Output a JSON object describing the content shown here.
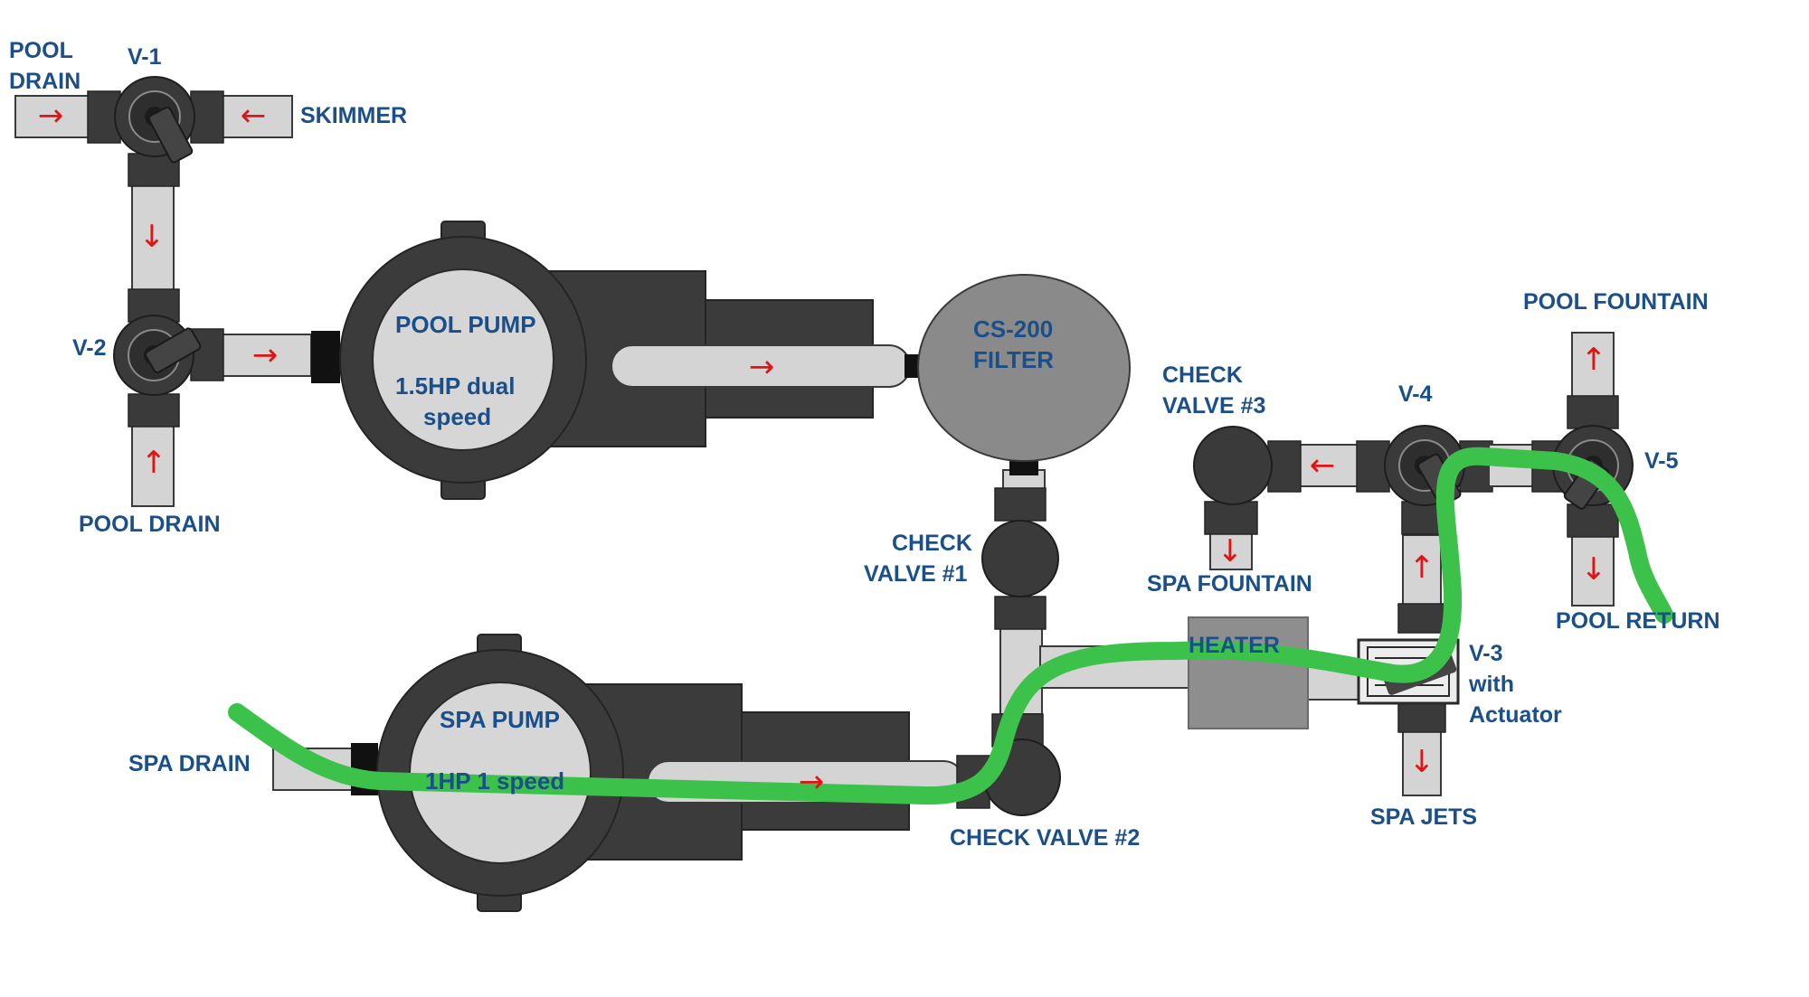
{
  "labels": {
    "pool_drain_top_1": "POOL",
    "pool_drain_top_2": "DRAIN",
    "v1": "V-1",
    "skimmer": "SKIMMER",
    "v2": "V-2",
    "pool_drain_bottom": "POOL DRAIN",
    "pool_pump_1": "POOL PUMP",
    "pool_pump_2": "1.5HP dual",
    "pool_pump_3": "speed",
    "filter_1": "CS-200",
    "filter_2": "FILTER",
    "check_valve_3_1": "CHECK",
    "check_valve_3_2": "VALVE #3",
    "v4": "V-4",
    "pool_fountain": "POOL FOUNTAIN",
    "v5": "V-5",
    "check_valve_1_1": "CHECK",
    "check_valve_1_2": "VALVE #1",
    "spa_fountain": "SPA FOUNTAIN",
    "pool_return": "POOL RETURN",
    "heater": "HEATER",
    "v3_1": "V-3",
    "v3_2": "with",
    "v3_3": "Actuator",
    "spa_drain": "SPA DRAIN",
    "spa_pump_1": "SPA PUMP",
    "spa_pump_2": "1HP 1 speed",
    "check_valve_2": "CHECK VALVE #2",
    "spa_jets": "SPA JETS"
  },
  "arrows": {
    "right": "→",
    "left": "←",
    "up": "↑",
    "down": "↓"
  },
  "colors": {
    "label_blue": "#1b4f8a",
    "arrow_red": "#e01414",
    "flow_highlight_green": "#3cc24a",
    "equipment_dark": "#3b3b3b",
    "pipe_gray": "#d4d4d4",
    "filter_gray": "#8a8a8a",
    "heater_gray": "#8e8e8e"
  }
}
